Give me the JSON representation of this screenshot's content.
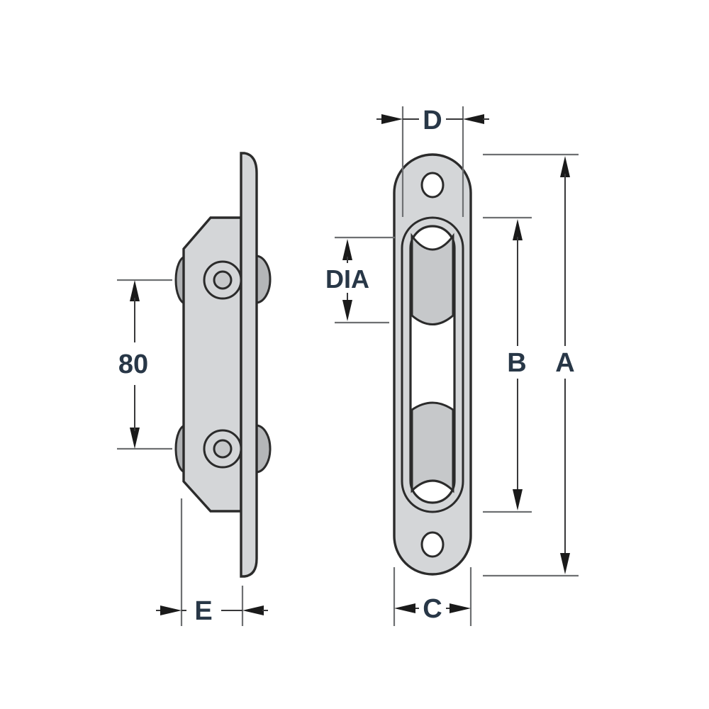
{
  "drawing": {
    "description": "Two-view technical dimension drawing of a sheave block (pulley) fitting: side view at left, front view at right",
    "views": [
      "side view",
      "front view"
    ],
    "labels": {
      "rivet_spacing": "80",
      "depth": "E",
      "cheek_width": "D",
      "sheave_diameter": "DIA",
      "slot_length": "B",
      "overall_length": "A",
      "overall_width": "C"
    },
    "colors": {
      "body_fill": "#d4d6d8",
      "sheave_fill": "#c6c8ca",
      "outline": "#2b2b2b",
      "extension_line": "#6e7072",
      "dimension_line": "#38383a",
      "label_text": "#283747",
      "background": "#ffffff"
    }
  }
}
